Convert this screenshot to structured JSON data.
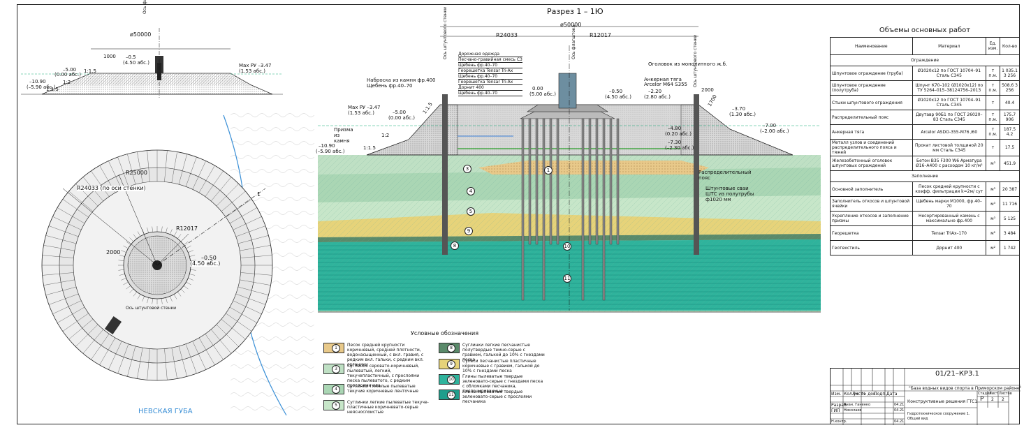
{
  "section": {
    "title": "Разрез 1 – 1Ю",
    "dim_total": "ø50000",
    "r_outer": "R24033",
    "r_inner": "R12017",
    "axis_right": "Ось штунтового стенки",
    "axis_center": "Ось флагштока",
    "axis_left": "Ось штунтового стенки",
    "mark_top_left": "0.00",
    "mark_top_left_abs": "(5.00 абс.)",
    "mark_mid": "–0.50",
    "mark_mid_abs": "(4.50 абс.)",
    "mark_r1": "–2.20",
    "mark_r1_abs": "(2.80 абс.)",
    "mark_r2": "–3.70",
    "mark_r2_abs": "(1.30 абс.)",
    "mark_r3": "–7.00",
    "mark_r3_abs": "(–2.00 абс.)",
    "mark_l1": "–5.00",
    "mark_l1_abs": "(0.00 абс.)",
    "mark_l2": "–10.90",
    "mark_l2_abs": "(–5.90 абс.)",
    "mark_r4": "–4.80",
    "mark_r4_abs": "(0.20 абс.)",
    "mark_r5": "–7.30",
    "mark_r5_abs": "(–2.30 абс.)",
    "dim_right": "2000",
    "dim_slope": "1700",
    "max_level": "Max PУ –3.47",
    "max_level_abs": "(1.53 абс.)",
    "slope_a": "1:1.5",
    "slope_b": "1:2",
    "slope_c": "1:1.5",
    "prism": "Призма из камня",
    "fill_stone": "Наброска из камня фр.400",
    "fill_stone2": "Щебень фр.40–70",
    "pavement": [
      "Дорожная одежда",
      "Песчано-гравийная смесь С3",
      "Щебень фр.40–70",
      "Георешетка Tensar Tri-Ax",
      "Щебень фр.40–70",
      "Георешетка Tensar Tri-Ax",
      "Дорнит 400",
      "Щебень фр.40–70"
    ],
    "cap": "Оголовок из монолитного ж.б.",
    "anchor": "Анкерная тяга",
    "anchor2": "Arcelor M64 S355",
    "belt": "Распределительный пояс",
    "piles": "Штунтовые сваи ШТС из полутрубы ф1020 мм",
    "layers": [
      "1",
      "3",
      "4",
      "5",
      "9",
      "8",
      "10",
      "11"
    ]
  },
  "elevation": {
    "axis": "Ось флагштока",
    "dim": "ø50000",
    "h": "1000",
    "m1": "–0.5",
    "m1_abs": "(4.50 абс.)",
    "m2": "–5.00",
    "m2_abs": "(0.00 абс.)",
    "m3": "–10.90",
    "m3_abs": "(–5.90 абс.)",
    "slope1": "1:1.5",
    "slope2": "1:2",
    "slope3": "1:1.5",
    "max_level": "Max PУ –3.47",
    "max_level_abs": "(1.53 абс.)"
  },
  "plan": {
    "r_outer": "R25000",
    "r_wall": "R24033 (по оси стенки)",
    "r_inner": "R12017",
    "dim": "2000",
    "mark": "–0.50",
    "mark_abs": "(4.50 абс.)",
    "axis": "Ось штунтовой стенки",
    "section_mark": "1",
    "water": "НЕВСКАЯ ГУБА"
  },
  "volumes": {
    "title": "Объемы основных работ",
    "headers": [
      "Наименование",
      "Материал",
      "Ед. изм.",
      "Кол-во"
    ],
    "sec1": "Ограждение",
    "sec2": "Заполнение",
    "rows1": [
      {
        "name": "Шпунтовое ограждение (труба)",
        "mat": "Ø1020х12 по ГОСТ 10704–91 Сталь С345",
        "unit": "т п.м.",
        "qty": "1 035.1 3 256"
      },
      {
        "name": "Шпунтовое ограждение (полутруба)",
        "mat": "Шпунт К70–102 (Ø1020х12) по ТУ 5264–015–38124756–2013",
        "unit": "т п.м.",
        "qty": "508.6 3 256"
      },
      {
        "name": "Стыки шпунтового ограждения",
        "mat": "Ø1020х12 по ГОСТ 10704–91 Сталь С345",
        "unit": "т",
        "qty": "40.4"
      },
      {
        "name": "Распределительный пояс",
        "mat": "Двутавр 90Б1 по ГОСТ 26020–83 Сталь С345",
        "unit": "т п.м.",
        "qty": "175.7 906"
      },
      {
        "name": "Анкерная тяга",
        "mat": "Arcelor ASDO-355-M76 /60",
        "unit": "т п.м.",
        "qty": "187.5 4.2"
      },
      {
        "name": "Металл узлов и соединений распределительного пояса и тяжей",
        "mat": "Прокат листовой толщиной 20 мм Сталь С345",
        "unit": "т",
        "qty": "17.5"
      },
      {
        "name": "Железобетонный оголовок шпунтовых ограждений",
        "mat": "Бетон В35 F300 W6 Арматура Ø16–А400 с расходом 10 кг/м³",
        "unit": "м³",
        "qty": "451.9"
      }
    ],
    "rows2": [
      {
        "name": "Основной заполнитель",
        "mat": "Песок средней крупности с коэфф. фильтрации k=2м/ сут",
        "unit": "м³",
        "qty": "20 387"
      },
      {
        "name": "Заполнитель откосов и шпунтовой ячейки",
        "mat": "Щебень марки М1000, фр.40–70",
        "unit": "м³",
        "qty": "11 716"
      },
      {
        "name": "Укрепление откосов и заполнение призмы",
        "mat": "Несортированный камень с максимально фр.400",
        "unit": "м³",
        "qty": "5 125"
      },
      {
        "name": "Георешетка",
        "mat": "Tensar TriAx–170",
        "unit": "м²",
        "qty": "3 484"
      },
      {
        "name": "Геотекстиль",
        "mat": "Дорнит 400",
        "unit": "м²",
        "qty": "1 742"
      }
    ]
  },
  "legend": {
    "title": "Условные обозначения",
    "items": [
      {
        "num": "1",
        "text": "Песок средней крупности коричневый, средней плотности, водонасыщенный, с вкл. гравия, с редким вкл. гальки, с редким вкл. органики",
        "color": "#e8c98a"
      },
      {
        "num": "3",
        "text": "Суглинок серовато-коричневый, пылеватый, легкий, текучепластичный, с прослоями песка пылеватого, с редким прослоями ила.",
        "color": "#bfe0c4"
      },
      {
        "num": "4",
        "text": "Суглинки тяжелые пылеватые текучие коричневые ленточные",
        "color": "#aad6b4"
      },
      {
        "num": "5",
        "text": "Суглинки легкие пылеватые текуче-пластичные коричневато-серые неяснослоистые",
        "color": "#c7e6c9"
      },
      {
        "num": "8",
        "text": "Суглинки легкие песчанистые полутвердые темно-серые с гравием, галькой до 10% с гнездами песка",
        "color": "#5a8a6a"
      },
      {
        "num": "9",
        "text": "Супеси песчанистые пластичные коричневые с гравием, галькой до 10% с гнездами песка",
        "color": "#e6d37a"
      },
      {
        "num": "10",
        "text": "Глины пылеватые твердые зеленовато-серые с гнездами песка с обломками песчаника, дислоцированные",
        "color": "#2fb39c"
      },
      {
        "num": "11",
        "text": "Глины пылеватые твердые зеленовато-серые с прослоями песчаника",
        "color": "#1f9e8c"
      }
    ]
  },
  "stamp": {
    "code": "01/21–КР3.1",
    "project": "\"База водных видов спорта в Приморском районе\"",
    "cols": [
      "Изм.",
      "Кол.уч",
      "Лист",
      "№ док.",
      "Подп.",
      "Дата"
    ],
    "role1": "Разраб.",
    "name1": "Анан. Ганенко",
    "date1": "04.21",
    "role2": "ГИП",
    "name2": "Николаев",
    "date2": "04.21",
    "role3": "Н.контр.",
    "date3": "04.21",
    "section": "Конструктивные решения ГТС1",
    "stage_h": "Стадия",
    "sheet_h": "Лист",
    "sheets_h": "Листов",
    "stage": "Р",
    "sheet": "2",
    "sheets": "2",
    "drawing": "Гидротехническое сооружение 1. Общий вид"
  },
  "colors": {
    "water": "#1f9e8c",
    "fill": "#d9d9d9",
    "sand": "#e8c98a"
  }
}
